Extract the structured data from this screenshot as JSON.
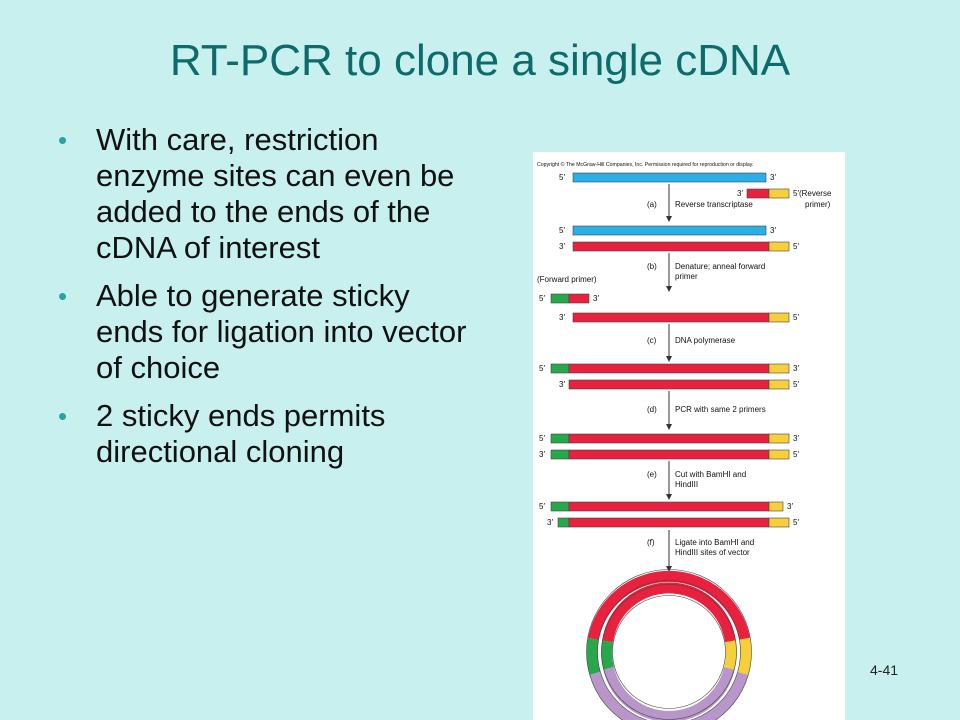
{
  "slide": {
    "title": "RT-PCR to clone a single cDNA",
    "bullets": [
      "With care, restriction enzyme sites can even be added to the ends of the cDNA of interest",
      "Able to generate sticky ends for ligation into vector of choice",
      "2 sticky ends permits directional cloning"
    ],
    "page_number": "4-41"
  },
  "figure": {
    "copyright": "Copyright © The McGraw-Hill Companies, Inc. Permission required for reproduction or display.",
    "end5": "5′",
    "end3": "3′",
    "reverse_primer_label": "5′(Reverse",
    "reverse_primer_label2": "primer)",
    "forward_primer_label": "(Forward primer)",
    "steps": {
      "a": {
        "letter": "(a)",
        "text": "Reverse transcriptase"
      },
      "b": {
        "letter": "(b)",
        "text1": "Denature; anneal forward",
        "text2": "primer"
      },
      "c": {
        "letter": "(c)",
        "text": "DNA polymerase"
      },
      "d": {
        "letter": "(d)",
        "text": "PCR with same 2 primers"
      },
      "e": {
        "letter": "(e)",
        "text1": "Cut with BamHI and",
        "text2": "HindIII"
      },
      "f": {
        "letter": "(f)",
        "text1": "Ligate into BamHI and",
        "text2": "HindIII sites of vector"
      }
    },
    "colors": {
      "mrna": "#2ab0e6",
      "cdna": "#e8213e",
      "forward_primer": "#28a84a",
      "reverse_primer": "#f5d03a",
      "vector": "#b996c9"
    }
  }
}
